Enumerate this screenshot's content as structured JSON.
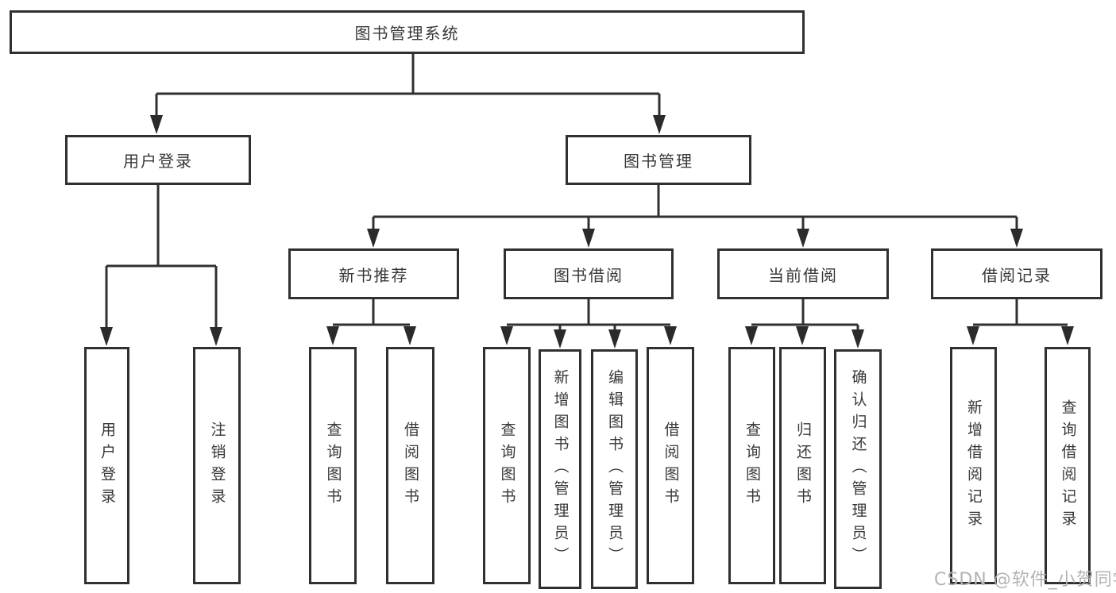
{
  "diagram_title": "图书管理系统",
  "nodes": {
    "root": "图书管理系统",
    "user_login": "用户登录",
    "book_mgmt": "图书管理",
    "new_book_rec": "新书推荐",
    "book_borrow": "图书借阅",
    "current_borrow": "当前借阅",
    "borrow_records": "借阅记录",
    "leaves": {
      "user_login": "用户登录",
      "logout": "注销登录",
      "rec_query_books": "查询图书",
      "rec_borrow_books": "借阅图书",
      "bor_query_books": "查询图书",
      "bor_add_books": "新增图书（管理员）",
      "bor_edit_books": "编辑图书（管理员）",
      "bor_borrow_books": "借阅图书",
      "cur_query_books": "查询图书",
      "cur_return_books": "归还图书",
      "cur_confirm_return": "确认归还（管理员）",
      "rcd_add_record": "新增借阅记录",
      "rcd_query_record": "查询借阅记录"
    }
  },
  "watermark": {
    "text": "CSDN @软件_小贺同学"
  },
  "colors": {
    "background": "#ffffff",
    "box_border": "#303030",
    "connector_line": "#303030",
    "text": "#383838",
    "watermark": "#b3b3b3"
  }
}
